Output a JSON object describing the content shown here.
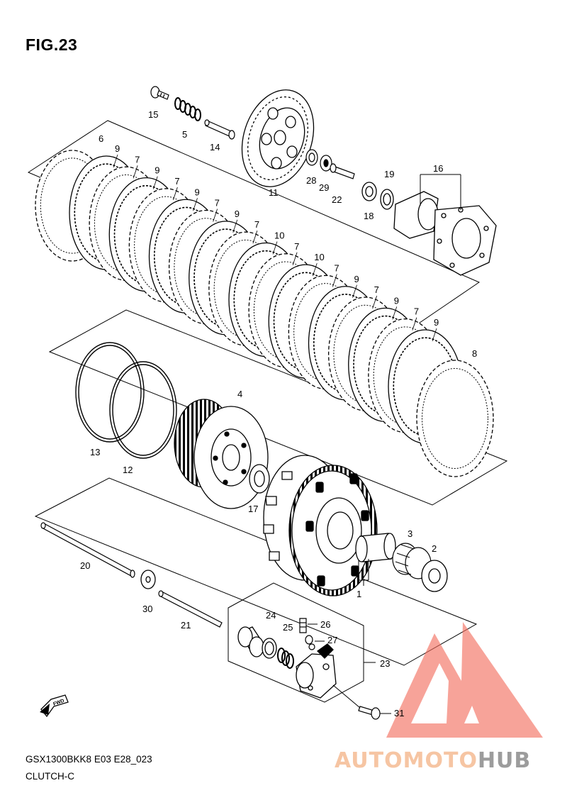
{
  "figure": {
    "title": "FIG.23",
    "model_code": "GSX1300BKK8 E03 E28_023",
    "name": "CLUTCH-C"
  },
  "parts": [
    {
      "id": "p1",
      "number": "1"
    },
    {
      "id": "p2",
      "number": "2"
    },
    {
      "id": "p3",
      "number": "3"
    },
    {
      "id": "p4",
      "number": "4"
    },
    {
      "id": "p5",
      "number": "5"
    },
    {
      "id": "p6",
      "number": "6"
    },
    {
      "id": "p8",
      "number": "8"
    },
    {
      "id": "p11",
      "number": "11"
    },
    {
      "id": "p12",
      "number": "12"
    },
    {
      "id": "p13",
      "number": "13"
    },
    {
      "id": "p14",
      "number": "14"
    },
    {
      "id": "p15",
      "number": "15"
    },
    {
      "id": "p16",
      "number": "16"
    },
    {
      "id": "p17",
      "number": "17"
    },
    {
      "id": "p18",
      "number": "18"
    },
    {
      "id": "p19",
      "number": "19"
    },
    {
      "id": "p20",
      "number": "20"
    },
    {
      "id": "p21",
      "number": "21"
    },
    {
      "id": "p22",
      "number": "22"
    },
    {
      "id": "p23",
      "number": "23"
    },
    {
      "id": "p24",
      "number": "24"
    },
    {
      "id": "p25",
      "number": "25"
    },
    {
      "id": "p26",
      "number": "26"
    },
    {
      "id": "p27",
      "number": "27"
    },
    {
      "id": "p28",
      "number": "28"
    },
    {
      "id": "p29",
      "number": "29"
    },
    {
      "id": "p30",
      "number": "30"
    },
    {
      "id": "p31",
      "number": "31"
    }
  ],
  "plate_stack_labels": [
    "9",
    "7",
    "9",
    "7",
    "9",
    "7",
    "9",
    "7",
    "10",
    "7",
    "10",
    "7",
    "9",
    "7",
    "9",
    "7",
    "9"
  ],
  "fwd_marker": "FWD",
  "watermark": {
    "part_a": "AUTOMOTO",
    "part_b": "HUB",
    "color_a": "#f6c5a3",
    "color_b": "#9c9c9c",
    "logo_color": "#f26b5b"
  }
}
